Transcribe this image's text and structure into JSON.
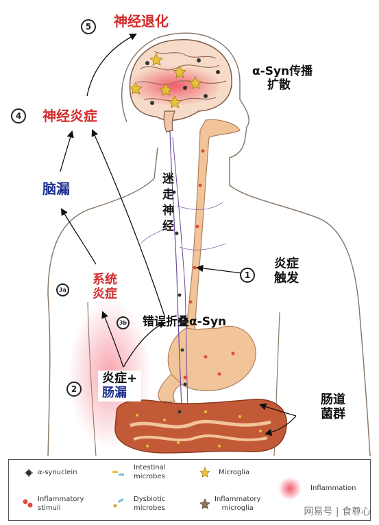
{
  "labels": {
    "neurodegeneration": "神经退化",
    "asyn_spread_1": "α-Syn传播",
    "asyn_spread_2": "扩散",
    "neuroinflammation": "神经炎症",
    "brain_leak": "脑漏",
    "vagus_1": "迷",
    "vagus_2": "走",
    "vagus_3": "神",
    "vagus_4": "经",
    "inflammation_trigger_1": "炎症",
    "inflammation_trigger_2": "触发",
    "systemic_1": "系统",
    "systemic_2": "炎症",
    "misfolded": "错误折叠α-Syn",
    "gut_inflam_1": "炎症+",
    "gut_inflam_2": "肠漏",
    "gut_flora_1": "肠道",
    "gut_flora_2": "菌群"
  },
  "steps": {
    "s1": "1",
    "s2": "2",
    "s3a": "3a",
    "s3b": "3b",
    "s4": "4",
    "s5": "5"
  },
  "legend": {
    "asyn": "α-synuclein",
    "intestinal_1": "Intestinal",
    "intestinal_2": "microbes",
    "microglia": "Microglia",
    "inflammation": "Inflammation",
    "inflam_stimuli_1": "Inflammatory",
    "inflam_stimuli_2": "stimuli",
    "dysbiotic_1": "Dysbiotic",
    "dysbiotic_2": "microbes",
    "inflam_microglia_1": "Inflammatory",
    "inflam_microglia_2": "microglia"
  },
  "watermark": "网易号 | 食尊心",
  "colors": {
    "red_label": "#d42a2a",
    "navy_label": "#1d2e8c",
    "gut": "#f2c49a",
    "brain": "#f6dcc8",
    "inflammation": "#f26a7a"
  }
}
